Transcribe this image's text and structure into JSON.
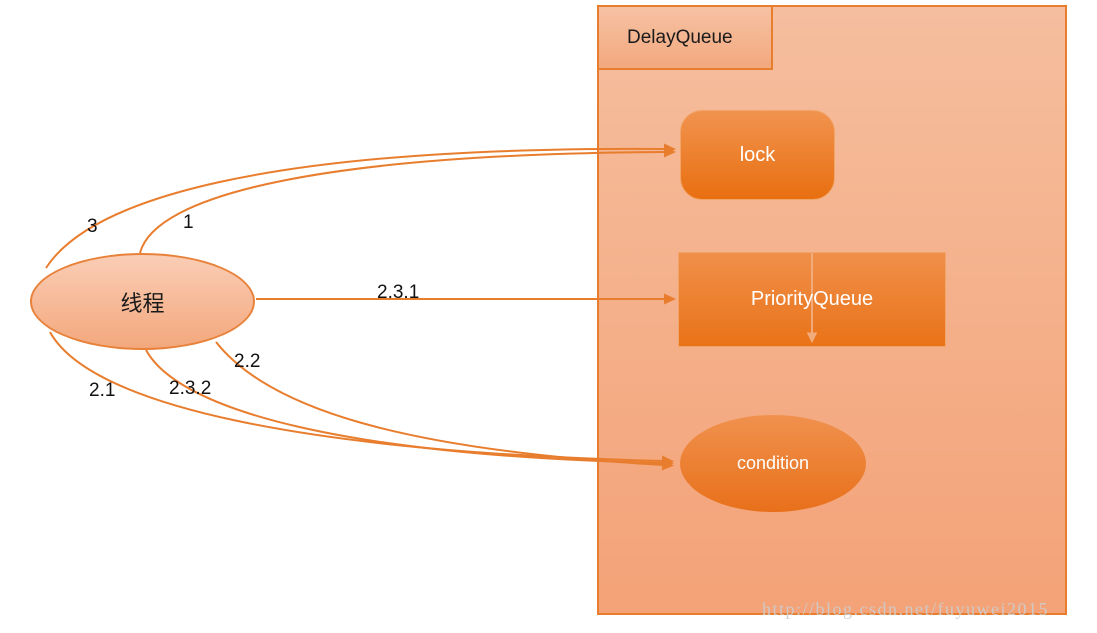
{
  "diagram": {
    "container": {
      "title": "DelayQueue"
    },
    "nodes": {
      "thread": {
        "label": "线程",
        "shape": "ellipse"
      },
      "lock": {
        "label": "lock",
        "shape": "rounded-rect"
      },
      "priority_queue": {
        "label": "PriorityQueue",
        "shape": "rect"
      },
      "condition": {
        "label": "condition",
        "shape": "ellipse"
      }
    },
    "edges": [
      {
        "label": "3",
        "from": "thread",
        "to": "lock"
      },
      {
        "label": "1",
        "from": "thread",
        "to": "lock"
      },
      {
        "label": "2.3.1",
        "from": "thread",
        "to": "priority_queue"
      },
      {
        "label": "2.1",
        "from": "thread",
        "to": "condition"
      },
      {
        "label": "2.3.2",
        "from": "thread",
        "to": "condition"
      },
      {
        "label": "2.2",
        "from": "thread",
        "to": "condition"
      }
    ],
    "internal_edge": {
      "from": "priority_queue-top",
      "to": "priority_queue-bottom",
      "direction": "down"
    },
    "watermark": "http://blog.csdn.net/fuyuwei2015",
    "colors": {
      "accent_orange": "#E87D2E",
      "container_fill_top": "#F5BE9E",
      "container_fill_bottom": "#F4A277",
      "node_fill_top": "#F0914E",
      "node_fill_bottom": "#E8701A",
      "thread_fill_top": "#FACDB6",
      "thread_fill_bottom": "#F3A87C",
      "label_text": "#111111",
      "node_text": "#FFFFFF",
      "watermark_text": "#CDCDCD"
    }
  }
}
